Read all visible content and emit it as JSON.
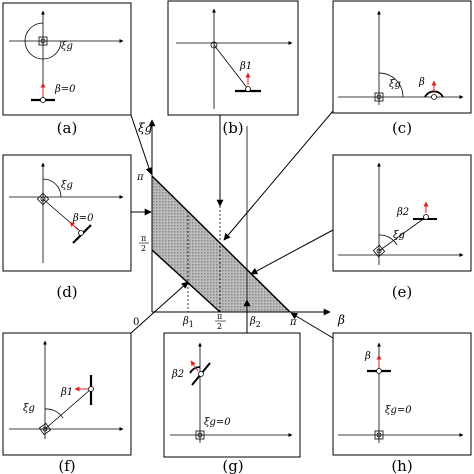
{
  "figure": {
    "main_axes": {
      "x_label": "β",
      "y_label": "ξg",
      "origin": "0",
      "x_ticks": [
        {
          "base": "β",
          "sub": "1"
        },
        {
          "num": "π",
          "den": "2"
        },
        {
          "base": "β",
          "sub": "2"
        },
        {
          "text": "π"
        }
      ],
      "y_ticks": [
        {
          "text": "π"
        },
        {
          "num": "π",
          "den": "2"
        }
      ]
    },
    "panels": [
      {
        "caption": "(a)",
        "angle_label": "ξg",
        "beta_label": "β=0"
      },
      {
        "caption": "(b)",
        "beta_label": "β1"
      },
      {
        "caption": "(c)",
        "angle_label": "ξg",
        "beta_label": "β"
      },
      {
        "caption": "(d)",
        "angle_label": "ξg",
        "beta_label": "β=0"
      },
      {
        "caption": "(e)",
        "angle_label": "ξg",
        "beta_label": "β2"
      },
      {
        "caption": "(f)",
        "angle_label": "ξg",
        "beta_label": "β1"
      },
      {
        "caption": "(g)",
        "angle_label": "ξg=0",
        "beta_label": "β2"
      },
      {
        "caption": "(h)",
        "angle_label": "ξg=0",
        "beta_label": "β"
      }
    ]
  }
}
